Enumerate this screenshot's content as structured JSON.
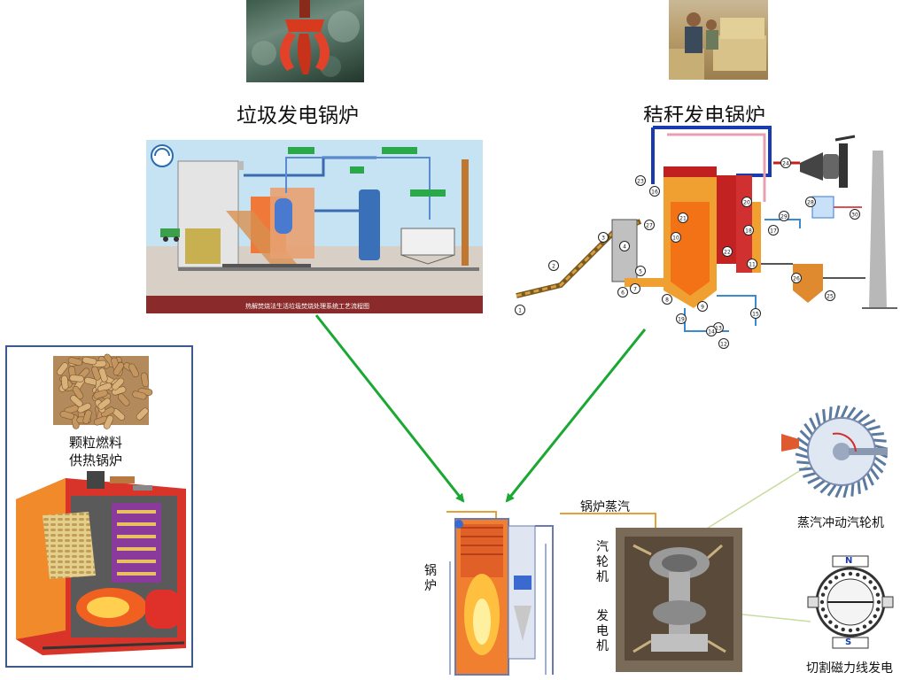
{
  "titles": {
    "garbage_boiler": "垃圾发电锅炉",
    "straw_boiler": "秸秆发电锅炉",
    "pellet_boiler_line1": "颗粒燃料",
    "pellet_boiler_line2": "供热锅炉"
  },
  "labels": {
    "boiler_steam": "锅炉蒸汽",
    "boiler": "锅炉",
    "turbine": "汽轮机",
    "generator": "发电机",
    "impulse_turbine": "蒸汽冲动汽轮机",
    "magnetic_generator": "切割磁力线发电"
  },
  "garbage_diagram": {
    "caption": "热解焚烧法生活垃圾焚烧处理系统工艺流程图"
  },
  "generator_marks": {
    "north": "N",
    "south": "S"
  },
  "straw_numbers": [
    "1",
    "2",
    "3",
    "4",
    "5",
    "6",
    "7",
    "8",
    "9",
    "10",
    "11",
    "12",
    "13",
    "14",
    "15",
    "16",
    "17",
    "18",
    "19",
    "20",
    "21",
    "22",
    "23",
    "24",
    "25",
    "26",
    "27",
    "28",
    "29",
    "30"
  ],
  "colors": {
    "arrow_green": "#1aa832",
    "frame_blue": "#3a5a8c",
    "steam_line": "#e2a23a",
    "connector": "#c8dca0"
  }
}
